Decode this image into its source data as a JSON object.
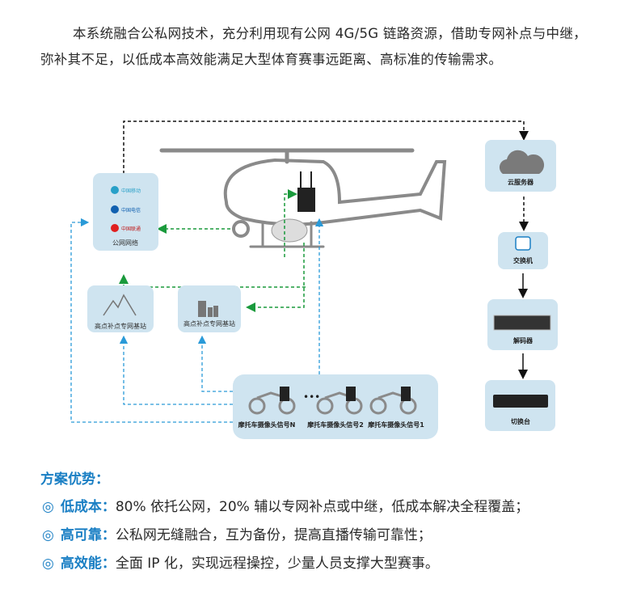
{
  "intro": "本系统融合公私网技术，充分利用现有公网 4G/5G 链路资源，借助专网补点与中继，弥补其不足，以低成本高效能满足大型体育赛事远距离、高标准的传输需求。",
  "diagram": {
    "public_network": {
      "label": "公网网络",
      "carriers": [
        "中国移动",
        "中国电信",
        "中国联通"
      ]
    },
    "station_mountain": "高点补点专网基站",
    "station_city": "高点补点专网基站",
    "moto": [
      "摩托车摄像头信号N",
      "摩托车摄像头信号2",
      "摩托车摄像头信号1"
    ],
    "ellipsis": "•••",
    "cloud": "云服务器",
    "switch": "交换机",
    "decoder": "解码器",
    "switcher": "切换台"
  },
  "colors": {
    "accent": "#1a7fc4",
    "box": "#cfe4f0",
    "green_link": "#1a9a3c",
    "blue_link": "#2a9ad8"
  },
  "advantages": {
    "title": "方案优势：",
    "marker": "◎",
    "items": [
      {
        "key": "低成本：",
        "text": "80% 依托公网，20% 辅以专网补点或中继，低成本解决全程覆盖；"
      },
      {
        "key": "高可靠：",
        "text": "公私网无缝融合，互为备份，提高直播传输可靠性；"
      },
      {
        "key": "高效能：",
        "text": "全面 IP 化，实现远程操控，少量人员支撑大型赛事。"
      }
    ]
  }
}
